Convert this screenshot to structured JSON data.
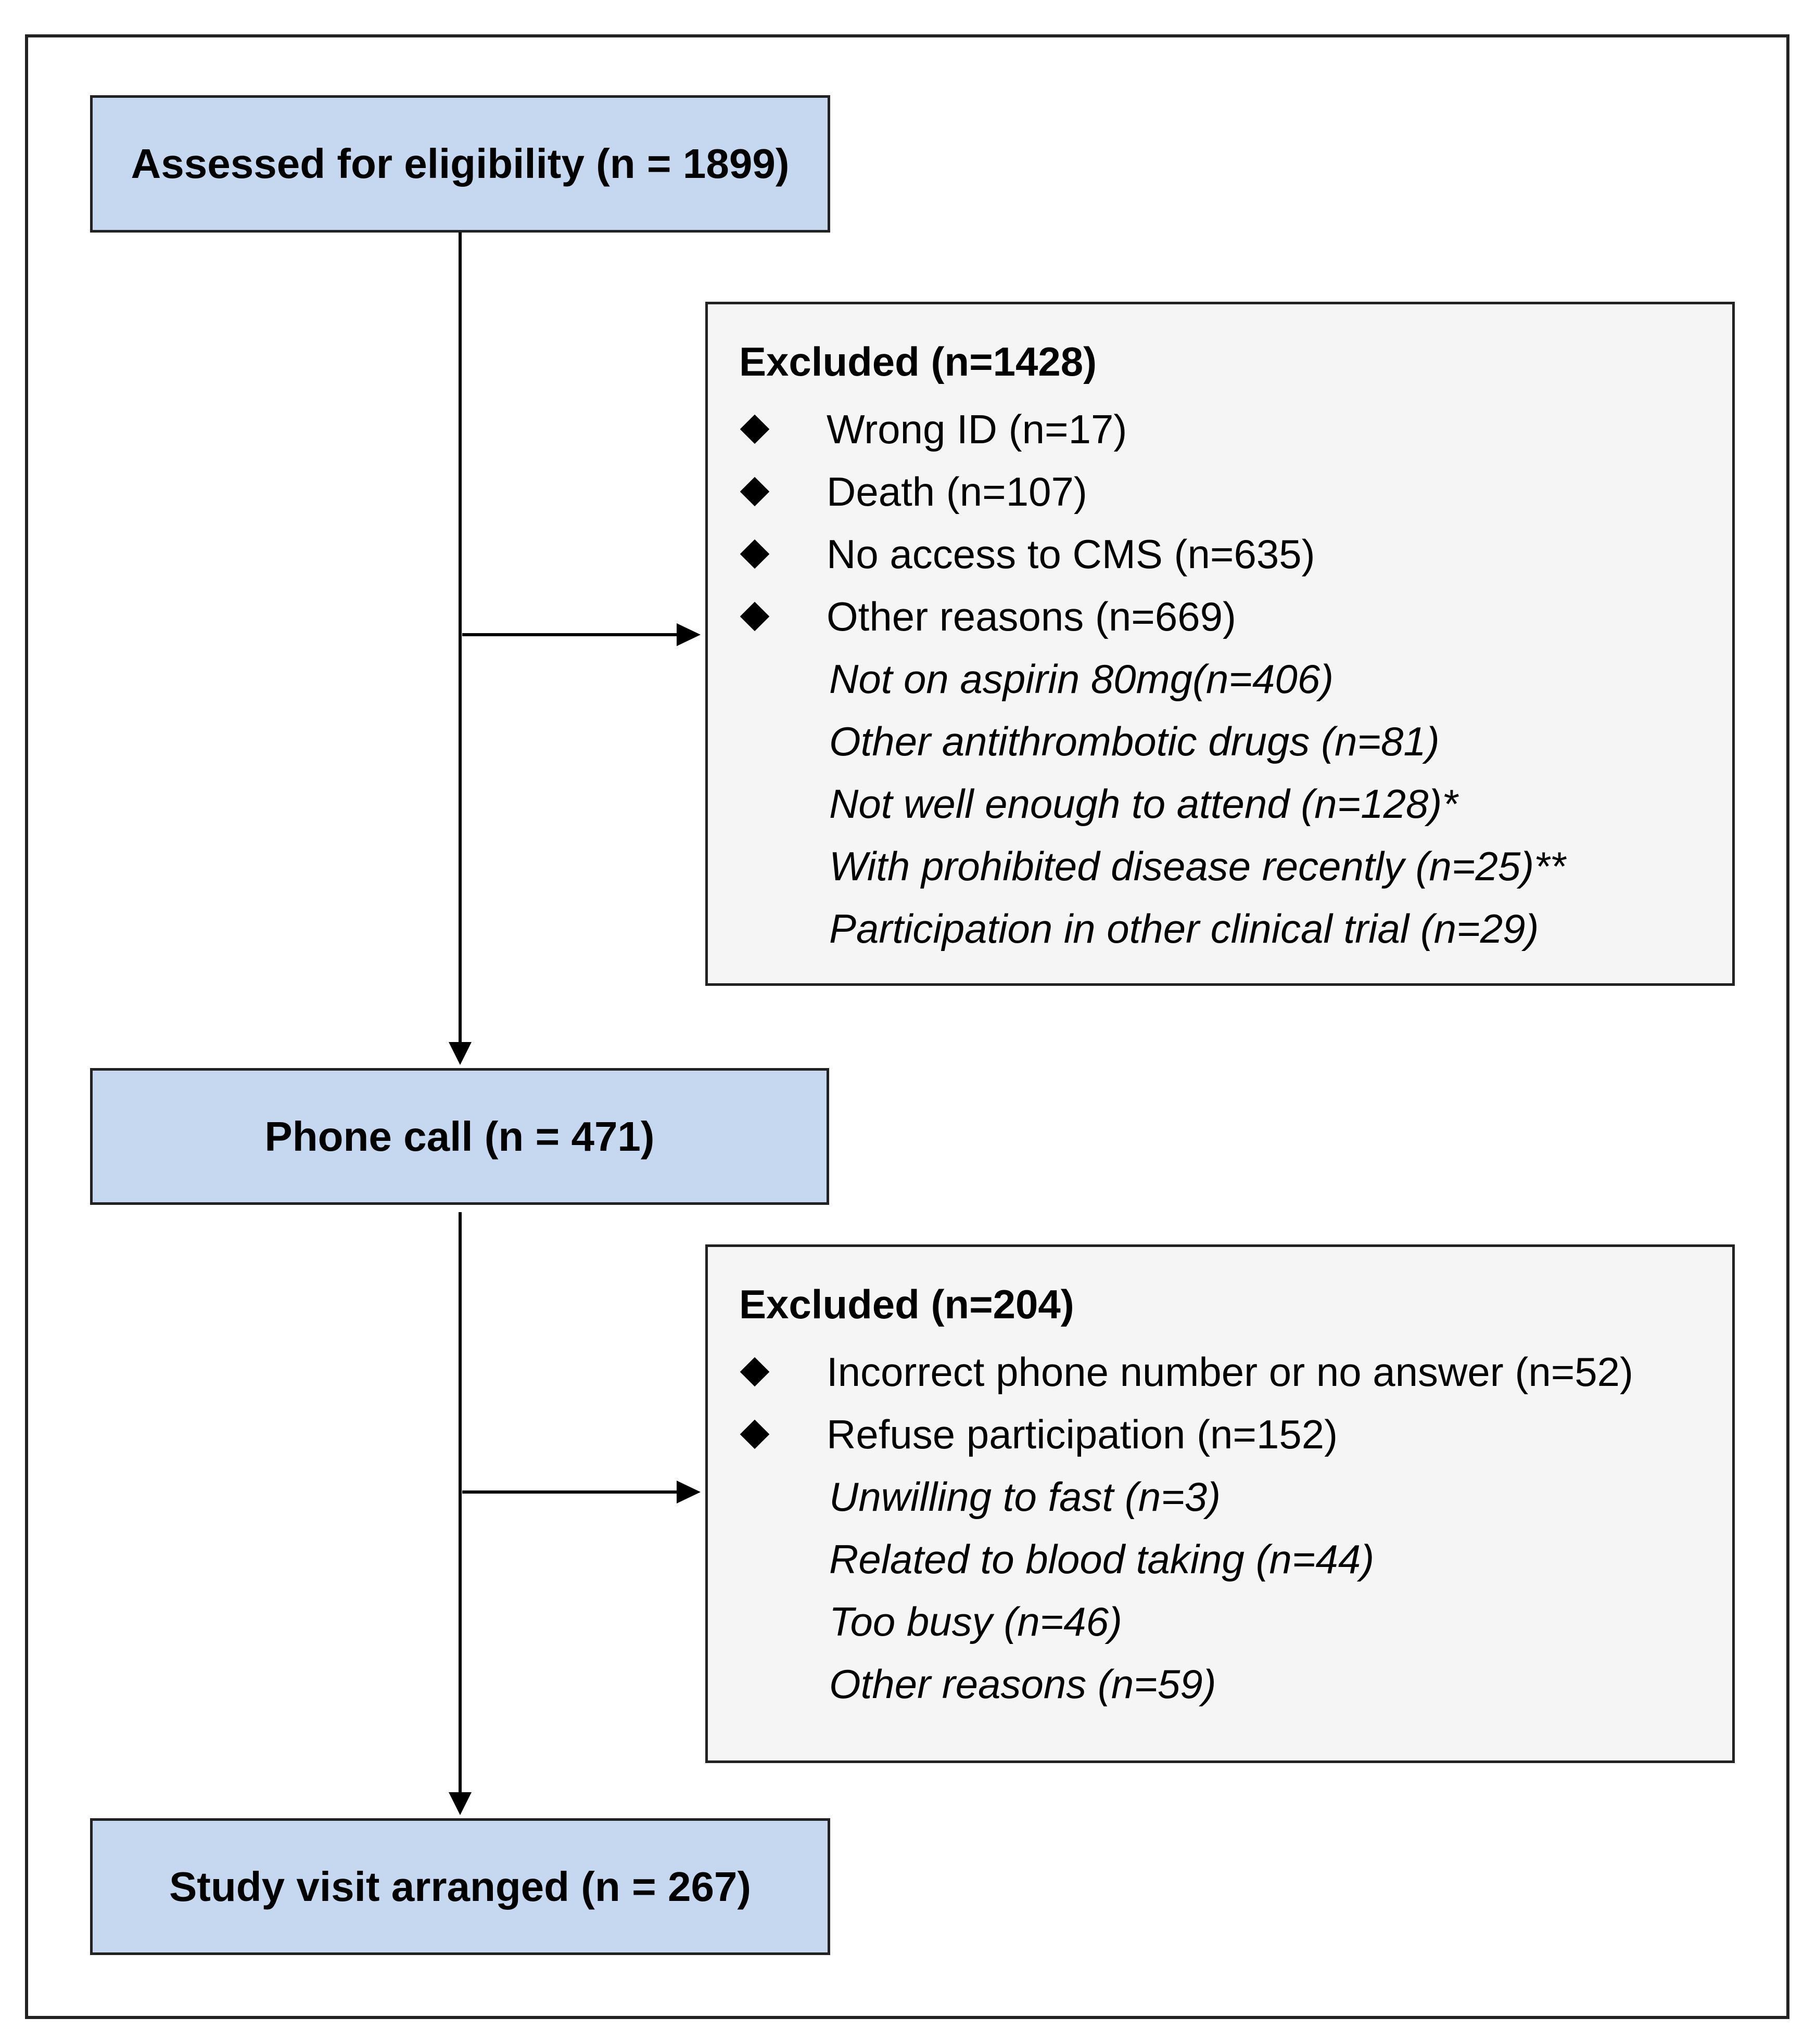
{
  "stages": [
    {
      "label": "Assessed for eligibility (n = 1899)"
    },
    {
      "label": "Phone call (n = 471)"
    },
    {
      "label": "Study visit arranged (n = 267)"
    }
  ],
  "exclusions": [
    {
      "title": "Excluded (n=1428)",
      "items": [
        {
          "label": "Wrong ID (n=17)",
          "bullet": true
        },
        {
          "label": "Death (n=107)",
          "bullet": true
        },
        {
          "label": "No access to CMS (n=635)",
          "bullet": true
        },
        {
          "label": "Other reasons (n=669)",
          "bullet": true
        },
        {
          "label": "Not on aspirin 80mg(n=406)",
          "bullet": false
        },
        {
          "label": "Other antithrombotic drugs (n=81)",
          "bullet": false
        },
        {
          "label": "Not well enough to attend (n=128)*",
          "bullet": false
        },
        {
          "label": "With prohibited disease recently (n=25)**",
          "bullet": false
        },
        {
          "label": "Participation in other clinical trial (n=29)",
          "bullet": false
        }
      ]
    },
    {
      "title": "Excluded (n=204)",
      "items": [
        {
          "label": "Incorrect phone number or no answer (n=52)",
          "bullet": true
        },
        {
          "label": "Refuse participation (n=152)",
          "bullet": true
        },
        {
          "label": "Unwilling to fast (n=3)",
          "bullet": false
        },
        {
          "label": "Related to blood taking (n=44)",
          "bullet": false
        },
        {
          "label": "Too busy (n=46)",
          "bullet": false
        },
        {
          "label": "Other reasons (n=59)",
          "bullet": false
        }
      ]
    }
  ]
}
